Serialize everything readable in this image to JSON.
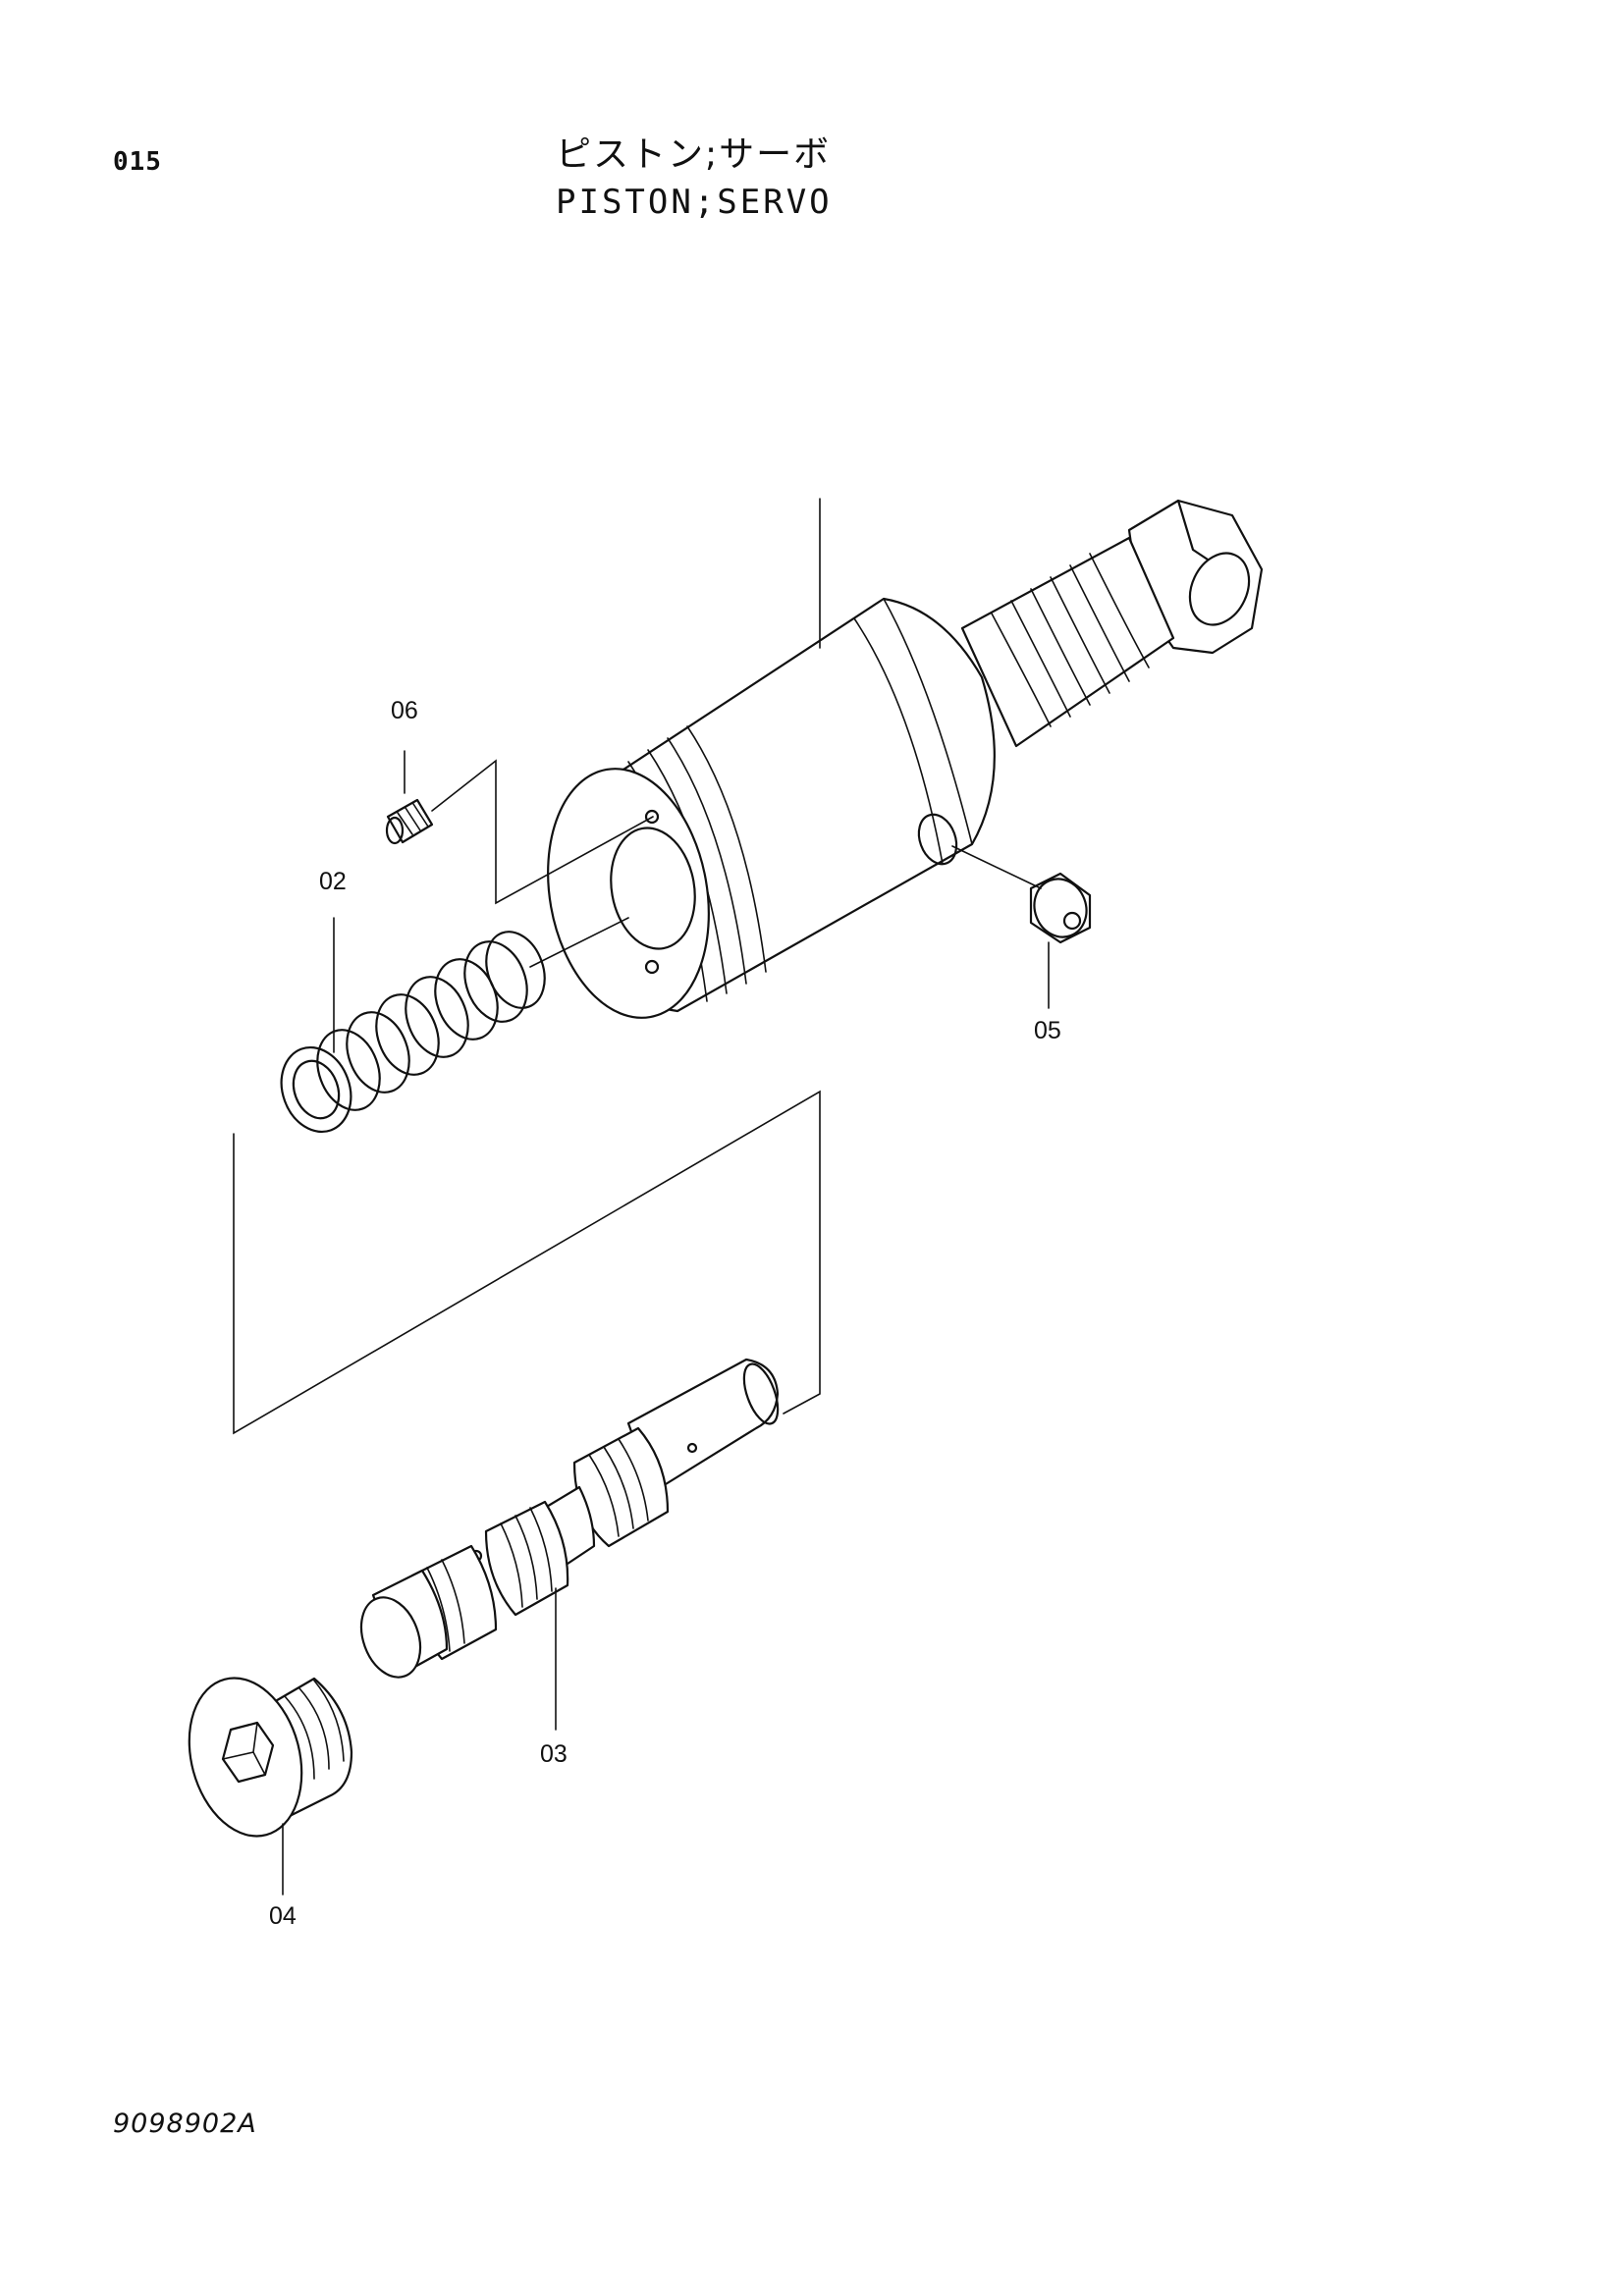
{
  "header": {
    "page_number": "015",
    "title_jp": "ピストン;サーボ",
    "title_en": "PISTON;SERVO"
  },
  "footer": {
    "drawing_code": "9098902A"
  },
  "callouts": {
    "c06": "06",
    "c02": "02",
    "c05": "05",
    "c03": "03",
    "c04": "04"
  }
}
